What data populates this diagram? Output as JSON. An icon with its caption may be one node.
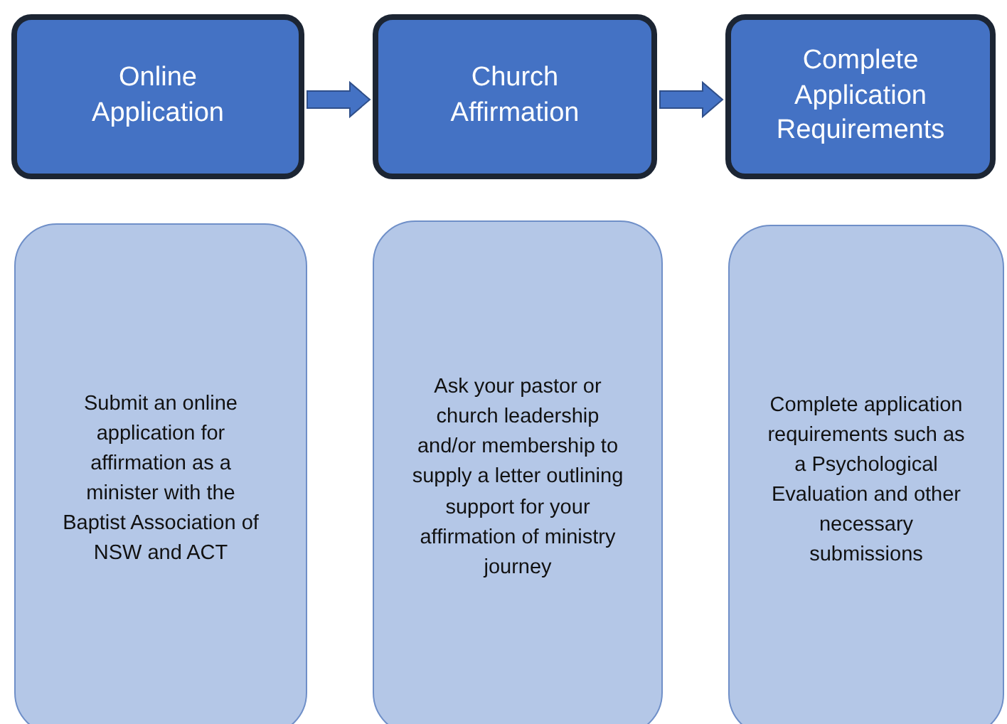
{
  "diagram": {
    "nodes": [
      {
        "text": [
          "Online Application"
        ]
      },
      {
        "text": [
          "Church Affirmation"
        ]
      },
      {
        "text": [
          "Complete Application Requirements"
        ]
      },
      {
        "text": [
          "Submit an online application for affirmation as a minister with the Baptist Association of NSW and ACT"
        ]
      },
      {
        "text": [
          "Ask your pastor or church leadership and/or membership to supply a letter outlining support for your affirmation of ministry journey"
        ]
      },
      {
        "text": [
          "Complete application requirements such as a Psychological Evaluation and other necessary submissions"
        ]
      }
    ],
    "edges": [
      {
        "from": 0,
        "to": 1,
        "arrow": "to"
      },
      {
        "from": 1,
        "to": 2,
        "arrow": "to"
      }
    ]
  }
}
